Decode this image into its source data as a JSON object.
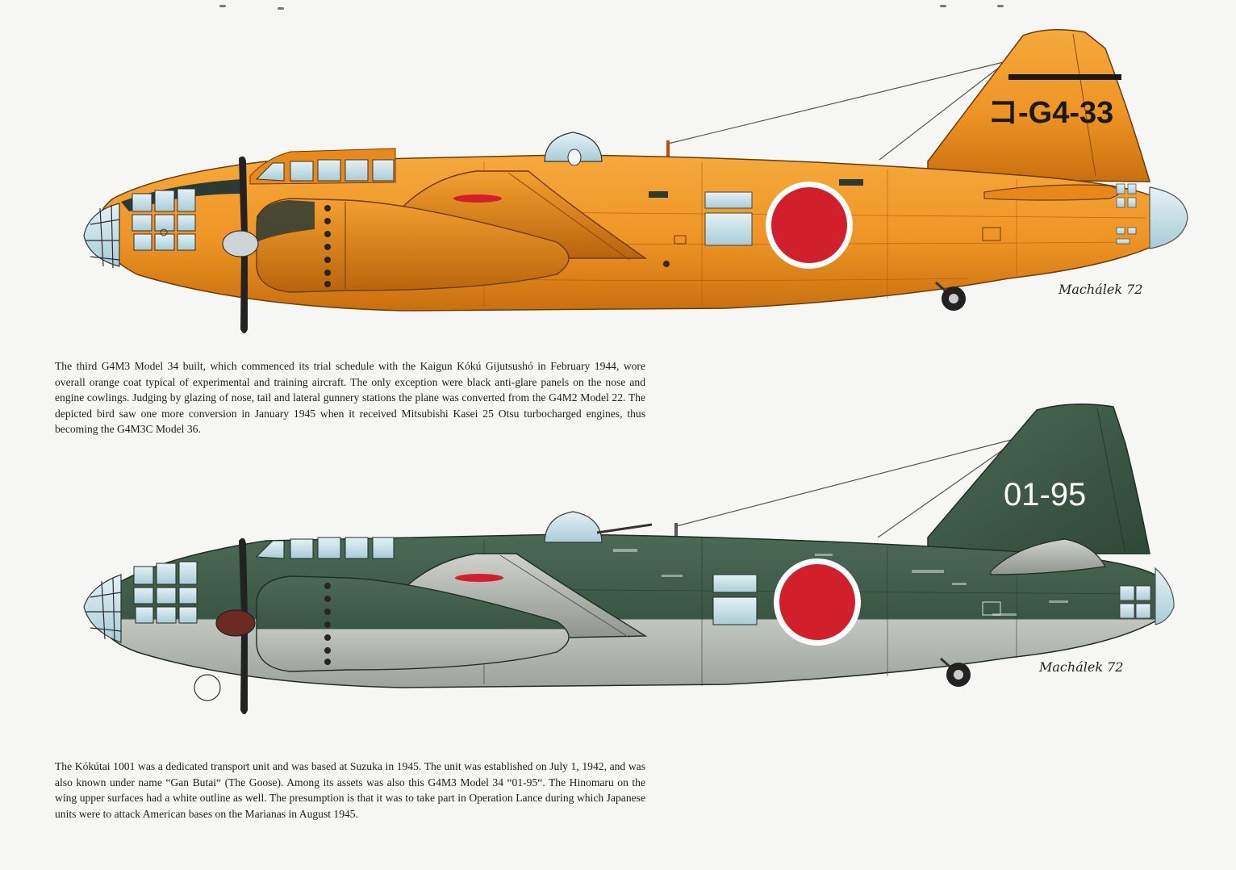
{
  "aircraft_1": {
    "tail_code": "コ-G4-33",
    "signature": "Machálek 72",
    "colors": {
      "fuselage": "#f19a2a",
      "fuselage_dark": "#d97a14",
      "glazing": "#cfe6ee",
      "hinomaru": "#d11f2c",
      "hinomaru_border": "#ffffff",
      "antiglare": "#2c3a34"
    },
    "caption": "The third G4M3 Model 34 built, which commenced its trial schedule with the Kaigun Kókú Gijutsushó in February 1944, wore overall orange coat typical of experimental and training aircraft. The only exception were black anti-glare panels on the nose and engine cowlings. Judging by glazing of nose, tail and lateral gunnery stations the plane was converted from the G4M2 Model 22. The depicted bird saw one more conversion in January 1945 when it received Mitsubishi Kasei 25 Otsu turbocharged engines, thus becoming the G4M3C Model 36."
  },
  "aircraft_2": {
    "tail_code": "01-95",
    "signature": "Machálek 72",
    "colors": {
      "upper": "#3e5a48",
      "lower": "#b9bdb8",
      "glazing": "#cfe6ee",
      "hinomaru": "#d11f2c",
      "hinomaru_border": "#ffffff",
      "leading_edge": "#f0b020",
      "spinner": "#6b2a22"
    },
    "caption": "The Kókútai 1001 was a dedicated transport unit and was based at Suzuka in 1945. The unit was established on July 1, 1942, and was also known under name “Gan Butai“ (The Goose). Among its assets was also this G4M3 Model 34 “01-95“. The Hinomaru on the wing upper surfaces had a white outline as well. The presumption is that it was to take part in Operation Lance during which Japanese units were to attack American bases on the Marianas in August 1945."
  }
}
